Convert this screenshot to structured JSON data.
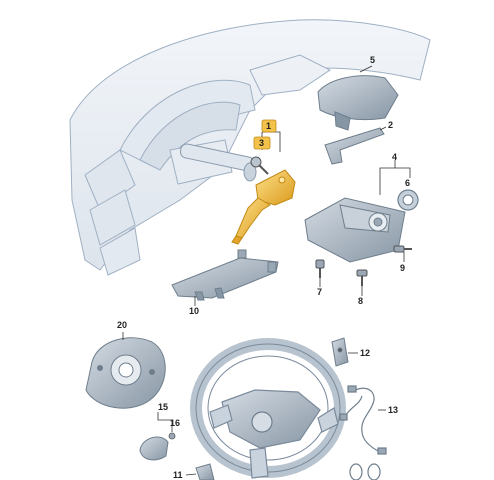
{
  "callouts": {
    "c1": "1",
    "c2": "2",
    "c3": "3",
    "c4": "4",
    "c5": "5",
    "c6": "6",
    "c7": "7",
    "c8": "8",
    "c9": "9",
    "c10": "10",
    "c11": "11",
    "c12": "12",
    "c13": "13",
    "c15": "15",
    "c16": "16",
    "c20": "20"
  },
  "colors": {
    "ghost_fill": "#e9edf3",
    "ghost_stroke": "#9fb0c3",
    "part_fill": "#b9c4cf",
    "part_dark": "#6f7e8c",
    "highlight_fill": "#f2c24a",
    "highlight_stroke": "#c18a14",
    "ink": "#333333"
  }
}
